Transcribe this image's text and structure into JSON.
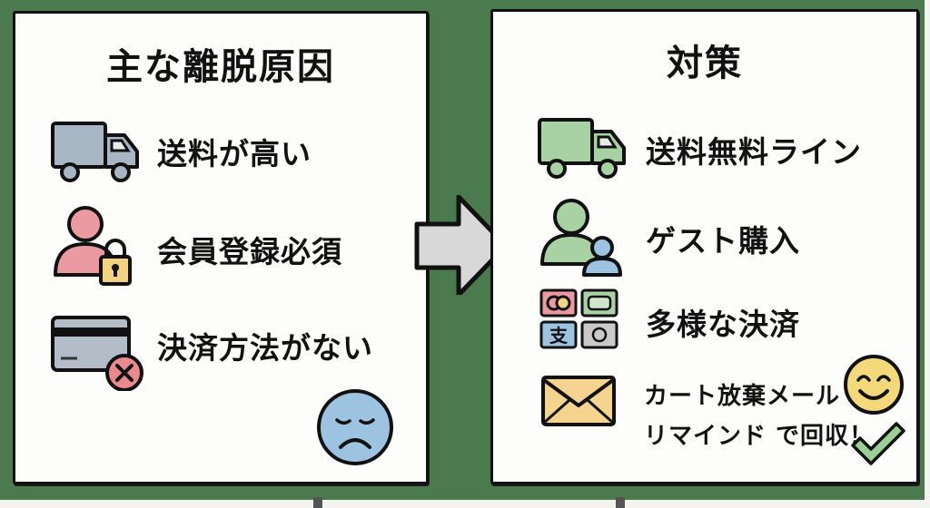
{
  "left_panel": {
    "title": "主な離脱原因",
    "items": [
      {
        "label": "送料が高い",
        "icon": "truck-icon",
        "color": "#a9b6c4"
      },
      {
        "label": "会員登録必須",
        "icon": "user-lock-icon",
        "color": "#ea9aa0"
      },
      {
        "label": "決済方法がない",
        "icon": "credit-card-x-icon",
        "color": "#b3bdc8"
      }
    ],
    "mood_icon": "sad-face-icon",
    "mood_color": "#9cc3e0"
  },
  "transition_icon": "right-arrow-icon",
  "right_panel": {
    "title": "対策",
    "items": [
      {
        "label": "送料無料ライン",
        "icon": "truck-icon",
        "color": "#a8d2a4"
      },
      {
        "label": "ゲスト購入",
        "icon": "guest-users-icon",
        "color": "#a8d2a4"
      },
      {
        "label": "多様な決済",
        "icon": "payment-methods-icon",
        "color": "#a8d2a4"
      },
      {
        "label_line1": "カート放棄メール",
        "label_line2": "リマインド で回収！",
        "icon": "envelope-icon",
        "color": "#f4d48f"
      }
    ],
    "mood_icon": "smiling-face-icon",
    "mood_color": "#f4d97a",
    "check_icon": "checkmark-icon",
    "check_color": "#9ccf95"
  },
  "colors": {
    "board": "#4a7a4e",
    "panel": "#fdfdfb",
    "outline": "#111111",
    "arrow": "#d8d8d8"
  }
}
